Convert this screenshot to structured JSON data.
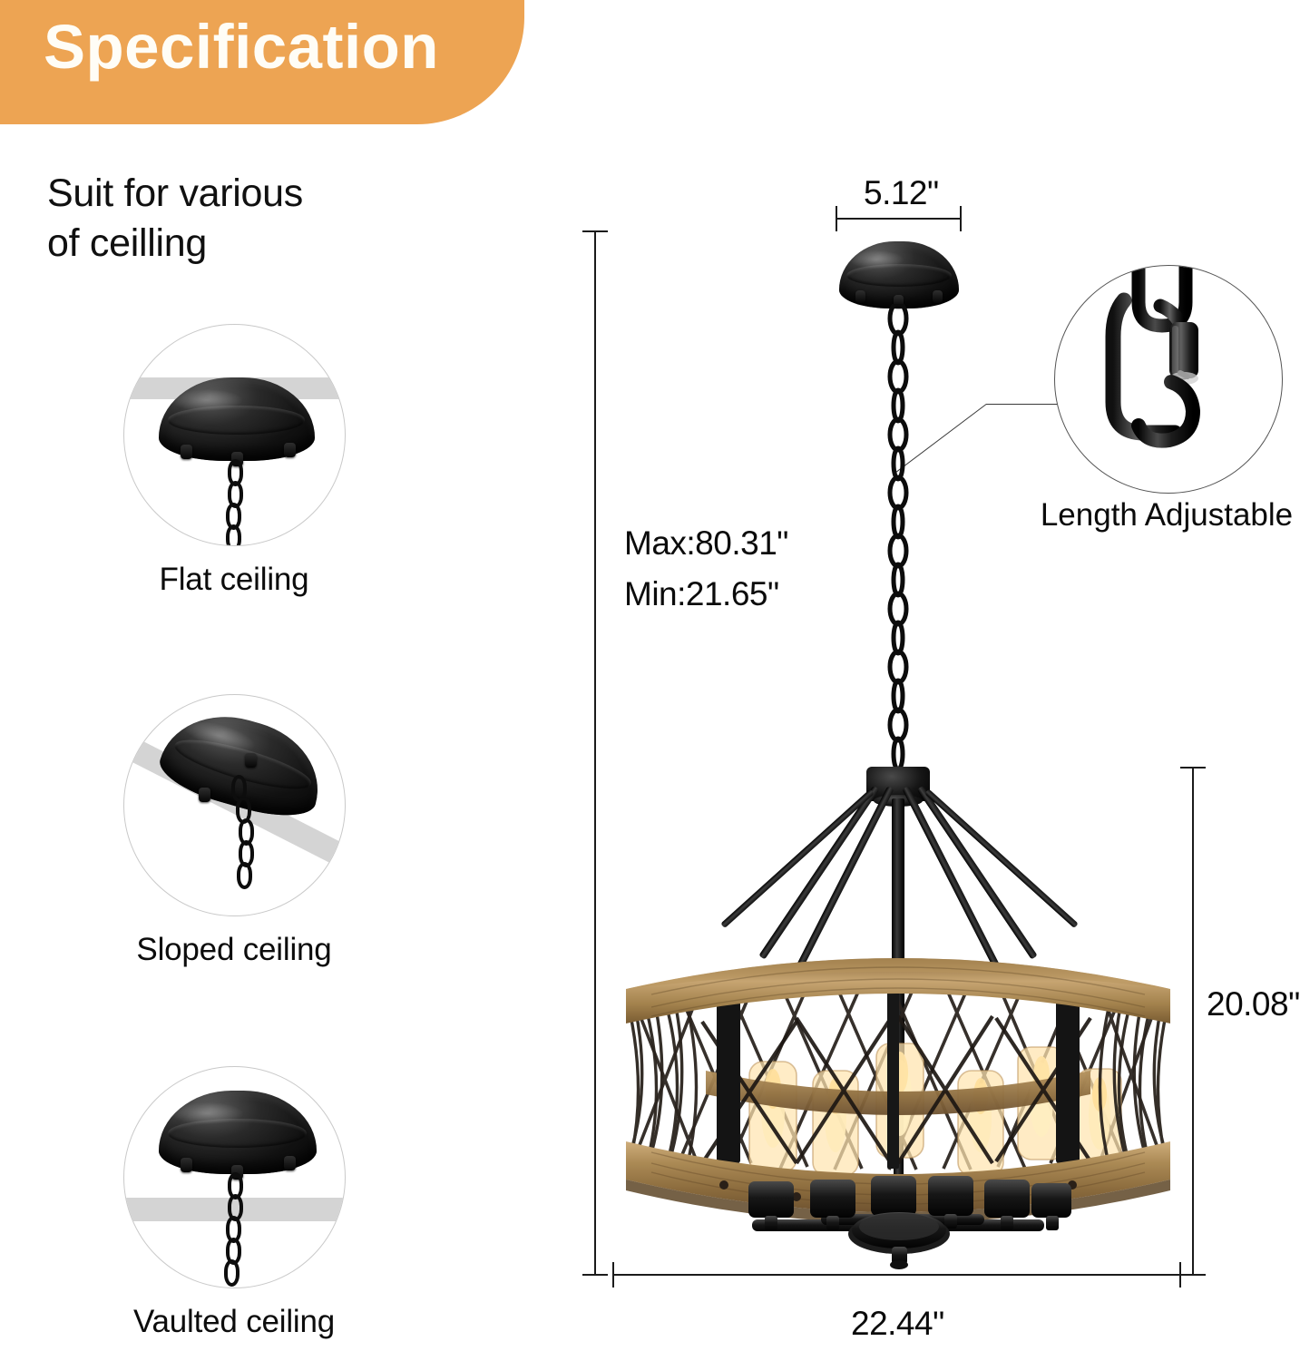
{
  "banner": {
    "title": "Specification",
    "bg_color": "#eda453",
    "text_color": "#fffdf6"
  },
  "left_panel": {
    "heading_line1": "Suit for various",
    "heading_line2": "of ceilling",
    "ceiling_options": [
      {
        "label": "Flat ceiling",
        "icon": "flat-ceiling-canopy-icon"
      },
      {
        "label": "Sloped ceiling",
        "icon": "sloped-ceiling-canopy-icon"
      },
      {
        "label": "Vaulted ceiling",
        "icon": "vaulted-ceiling-canopy-icon"
      }
    ]
  },
  "diagram": {
    "product": "drum-chandelier-wood-and-black-cage",
    "dimensions": {
      "canopy_width": "5.12\"",
      "drop_max": "Max:80.31\"",
      "drop_min": "Min:21.65\"",
      "fixture_height": "20.08\"",
      "fixture_width": "22.44\""
    },
    "callout": {
      "label": "Length Adjustable",
      "icon": "chain-link-detail-icon"
    },
    "bulb_count": 6,
    "colors": {
      "wood": "#a8854f",
      "metal": "#141414",
      "bulb_glow": "#ffd27a",
      "ceiling_slab": "#d4d4d4",
      "dimension_line": "#1b1b1b"
    }
  }
}
